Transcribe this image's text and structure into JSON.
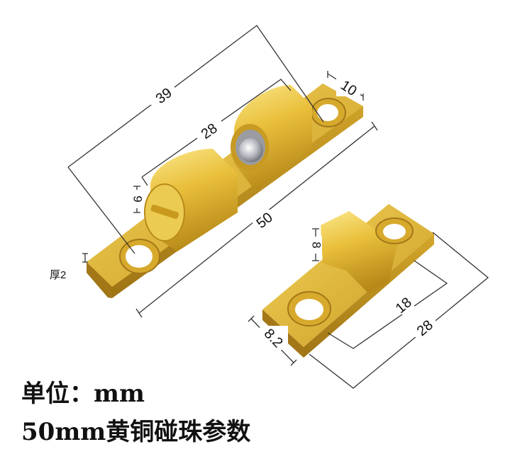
{
  "product": {
    "dimensions": {
      "total_length": "39",
      "barrel_span": "28",
      "barrel_diameter": "9",
      "plate_length": "50",
      "plate_width": "10",
      "thickness_label": "厚2",
      "strike_height": "8",
      "strike_hole_spacing": "18",
      "strike_length": "28",
      "strike_width": "8.2"
    },
    "colors": {
      "brass_light": "#f8dc6e",
      "brass_mid": "#e2b632",
      "brass_dark": "#b3861a",
      "steel": "#b9bcc2"
    }
  },
  "captions": {
    "unit": "单位：mm",
    "title": "50mm黄铜碰珠参数"
  }
}
